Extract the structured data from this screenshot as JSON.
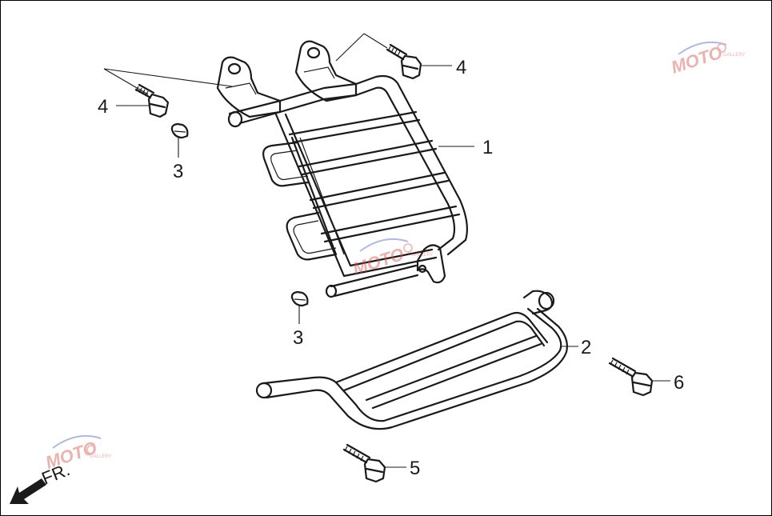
{
  "diagram": {
    "callouts": {
      "c1": "1",
      "c2": "2",
      "c3a": "3",
      "c3b": "3",
      "c4a": "4",
      "c4b": "4",
      "c5": "5",
      "c6": "6"
    },
    "front_indicator": "FR.",
    "watermark": {
      "text": "MOTO",
      "subtext": "GALLERY",
      "colors": {
        "red": "#d9534f",
        "blue": "#4a64c8"
      }
    }
  }
}
